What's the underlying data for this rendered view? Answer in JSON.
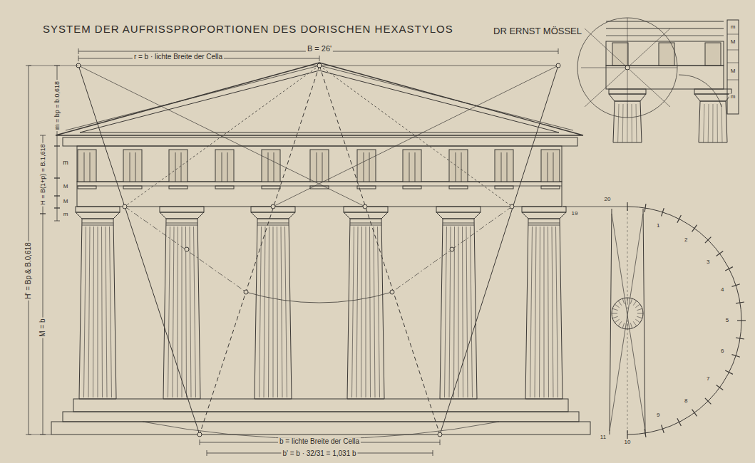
{
  "diagram": {
    "title": "SYSTEM DER AUFRISSPROPORTIONEN DES DORISCHEN HEXASTYLOS",
    "labels": [
      "DR ERNST MÖSSEL",
      "B = 26'",
      "r = b · lichte Breite der Cella",
      "H' = Bp & B.0,618",
      "M = b",
      "H = B(1+p) = B.1,618",
      "m = bp = b.0,618",
      "m",
      "M",
      "M",
      "m",
      "b = lichte Breite der Cella",
      "b' = b · 32/31 = 1,031 b",
      "20",
      "19",
      "1",
      "2",
      "3",
      "4",
      "5",
      "6",
      "7",
      "8",
      "9",
      "10",
      "11",
      "m",
      "M",
      "M",
      "m"
    ]
  }
}
